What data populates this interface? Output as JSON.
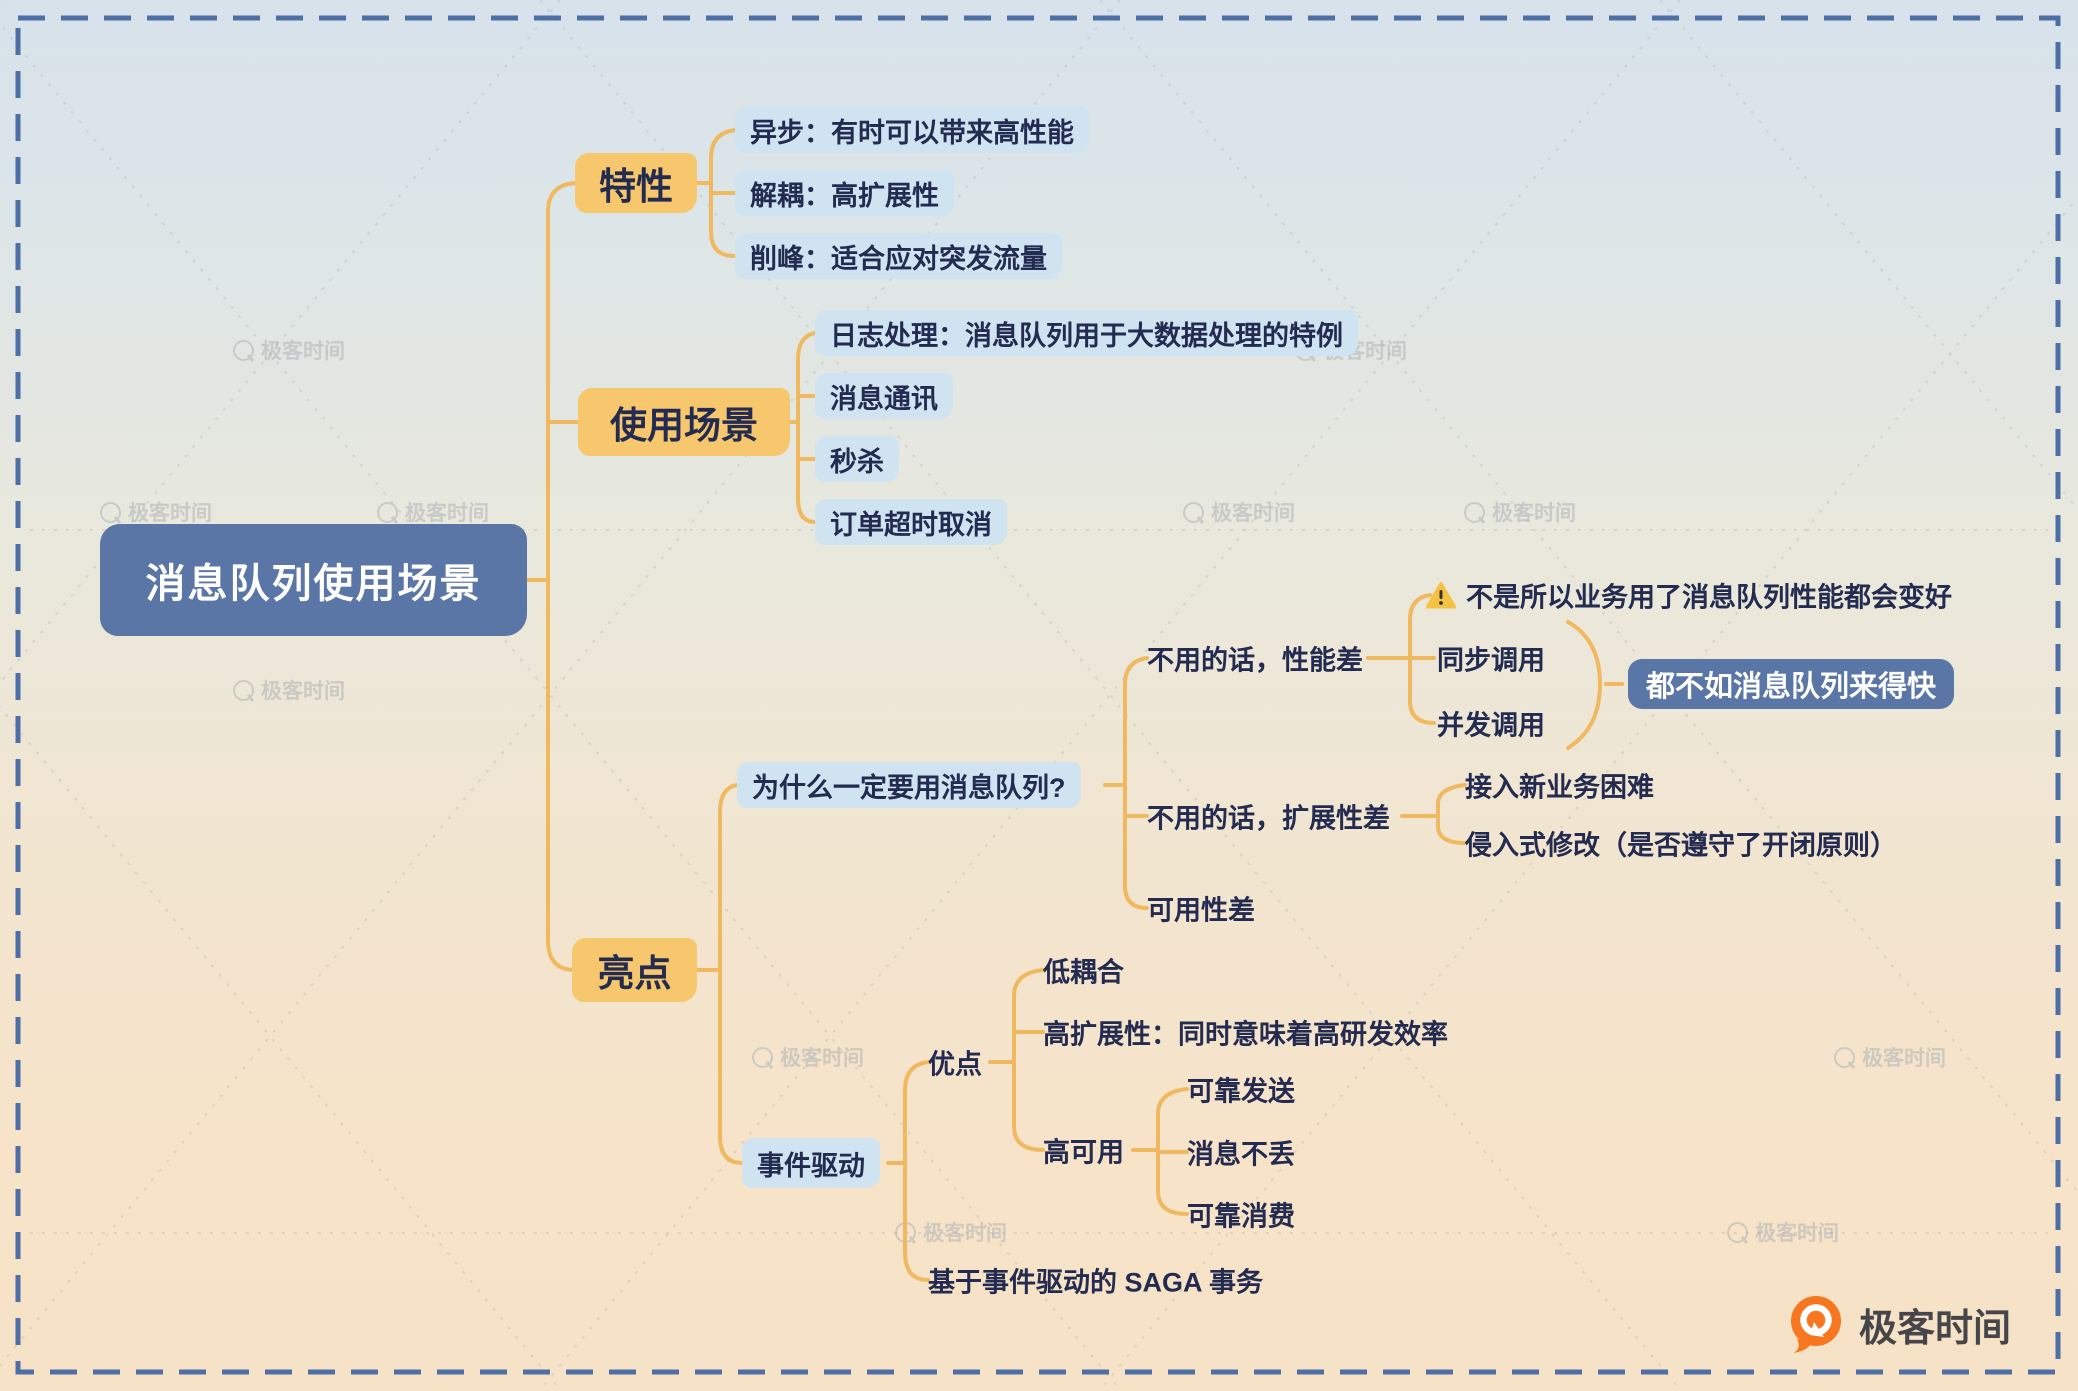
{
  "canvas": {
    "border_color": "#4e6ea6",
    "connector_color": "#f1b95f",
    "bg_top": "#d7e2ea",
    "bg_bottom": "#f6e2c6",
    "node_colors": {
      "root_bg": "#5a76a7",
      "topic_bg": "#f7c76d",
      "subtopic_bg": "#cfe3f1",
      "summary_bg": "#5a76a7",
      "text": "#232b50",
      "root_text": "#ffffff"
    }
  },
  "watermark": {
    "text": "极客时间"
  },
  "brand": {
    "name": "极客时间"
  },
  "mindmap": {
    "root": {
      "label": "消息队列使用场景"
    },
    "branches": [
      {
        "label": "特性",
        "children": [
          {
            "label": "异步：有时可以带来高性能"
          },
          {
            "label": "解耦：高扩展性"
          },
          {
            "label": "削峰：适合应对突发流量"
          }
        ]
      },
      {
        "label": "使用场景",
        "children": [
          {
            "label": "日志处理：消息队列用于大数据处理的特例"
          },
          {
            "label": "消息通讯"
          },
          {
            "label": "秒杀"
          },
          {
            "label": "订单超时取消"
          }
        ]
      },
      {
        "label": "亮点",
        "children": [
          {
            "label": "为什么一定要用消息队列?",
            "children": [
              {
                "label": "不用的话，性能差",
                "children": [
                  {
                    "icon": "warning-icon",
                    "label": "不是所以业务用了消息队列性能都会变好"
                  },
                  {
                    "label": "同步调用"
                  },
                  {
                    "label": "并发调用"
                  }
                ],
                "summary": {
                  "label": "都不如消息队列来得快"
                }
              },
              {
                "label": "不用的话，扩展性差",
                "children": [
                  {
                    "label": "接入新业务困难"
                  },
                  {
                    "label": "侵入式修改（是否遵守了开闭原则）"
                  }
                ]
              },
              {
                "label": "可用性差"
              }
            ]
          },
          {
            "label": "事件驱动",
            "children": [
              {
                "label": "优点",
                "children": [
                  {
                    "label": "低耦合"
                  },
                  {
                    "label": "高扩展性：同时意味着高研发效率"
                  },
                  {
                    "label": "高可用",
                    "children": [
                      {
                        "label": "可靠发送"
                      },
                      {
                        "label": "消息不丢"
                      },
                      {
                        "label": "可靠消费"
                      }
                    ]
                  }
                ]
              },
              {
                "label": "基于事件驱动的 SAGA 事务"
              }
            ]
          }
        ]
      }
    ]
  }
}
